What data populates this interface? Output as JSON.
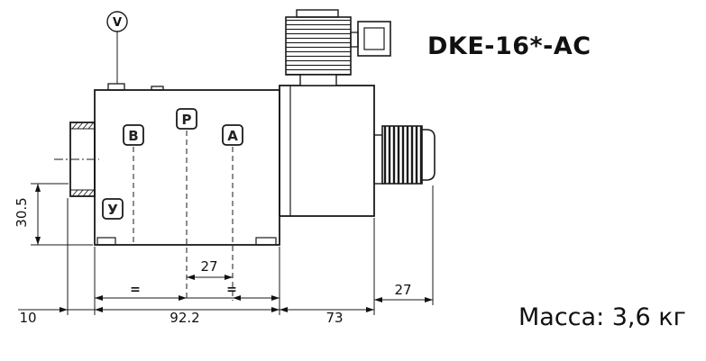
{
  "drawing": {
    "title": "DKE-16*-AC",
    "mass": "Масса: 3,6 кг",
    "vent_symbol": "V",
    "ports": {
      "b": "B",
      "p": "P",
      "a": "A",
      "y": "У"
    },
    "dims": {
      "left_height": "30.5",
      "port_spacing": "27",
      "equal_left": "=",
      "equal_right": "=",
      "offset_left": "10",
      "body_width": "92.2",
      "solenoid_width": "73",
      "knob_width": "27"
    },
    "colors": {
      "line": "#1a1a1a",
      "text": "#111111",
      "background": "#ffffff"
    }
  }
}
